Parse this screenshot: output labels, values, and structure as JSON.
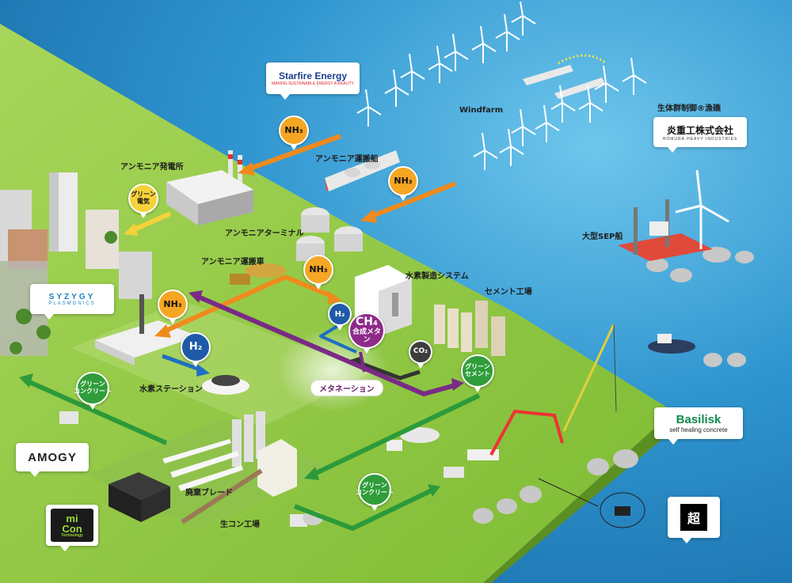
{
  "logos": {
    "starfire": {
      "name": "Starfire Energy",
      "tagline": "MAKING SUSTAINABLE ENERGY A REALITY"
    },
    "homura": {
      "name": "炎重工株式会社",
      "tagline": "HOMURA HEAVY INDUSTRIES"
    },
    "syzygy": {
      "name": "SYZYGY",
      "tagline": "PLASMONICS"
    },
    "amogy": {
      "name": "AMOGY"
    },
    "basilisk": {
      "name": "Basilisk",
      "tagline": "self healing concrete"
    },
    "micon": {
      "name1": "mi",
      "name2": "Con",
      "tagline": "Technology"
    },
    "cho": {
      "name": "超"
    }
  },
  "labels": {
    "windfarm": "Windfarm",
    "fishing": "生体群制御®漁礁",
    "ammonia_carrier": "アンモニア運搬船",
    "ammonia_power": "アンモニア発電所",
    "ammonia_terminal": "アンモニアターミナル",
    "ammonia_truck": "アンモニア運搬車",
    "sep_vessel": "大型SEP船",
    "hydrogen_system": "水素製造システム",
    "cement_plant": "セメント工場",
    "hydrogen_station": "水素ステーション",
    "methanation": "メタネーション",
    "waste_blade": "廃棄ブレード",
    "ready_mix_plant": "生コン工場"
  },
  "pins": {
    "nh3_1": "NH₃",
    "nh3_2": "NH₃",
    "nh3_3": "NH₃",
    "nh3_4": "NH₃",
    "green_power": "グリーン\n電気",
    "h2_1": "H₂",
    "h2_2": "H₂",
    "ch4": "CH₄",
    "ch4_sub": "合成メタン",
    "co2": "CO₂",
    "green_cement": "グリーン\nセメント",
    "green_concrete_1": "グリーン\nコンクリート",
    "green_concrete_2": "グリーン\nコンクリート"
  },
  "colors": {
    "ocean": "#2f8fc8",
    "land": "#8ec63f",
    "nh3_arrow": "#f08a1c",
    "h2_arrow": "#1f6fc0",
    "co2_arrow": "#333333",
    "methane_arrow": "#7a2a86",
    "concrete_arrow": "#2c9a3a",
    "power_arrow": "#f5d23a"
  }
}
